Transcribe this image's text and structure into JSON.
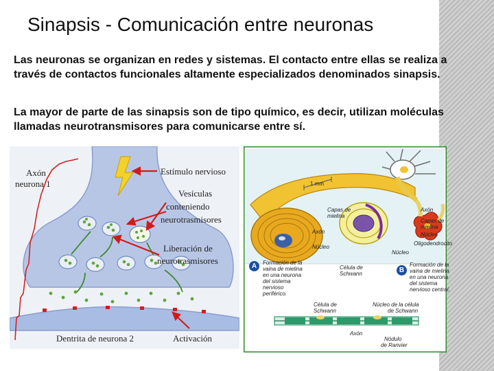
{
  "title": "Sinapsis - Comunicación entre neuronas",
  "paragraphs": [
    "Las neuronas se organizan en redes y sistemas. El contacto entre ellas se realiza a través de contactos funcionales altamente especializados denominados sinapsis.",
    "La mayor de parte de las sinapsis son de tipo químico, es decir, utilizan moléculas llamadas neurotransmisores para comunicarse entre sí."
  ],
  "figure_left": {
    "labels": {
      "axon": "Axón",
      "neuron1": "neurona 1",
      "stimulus": "Estímulo nervioso",
      "vesicles": [
        "Vesículas",
        "conteniendo",
        "neurotrasmisores"
      ],
      "release": [
        "Liberación de",
        "neurotrasmisores"
      ],
      "dendrite": "Dentrita de neurona 2",
      "activation": "Activación"
    }
  },
  "figure_right": {
    "labels": {
      "scale": "1 mm",
      "myelin_layers_left": [
        "Capas de",
        "mielina"
      ],
      "axon_left": "Axón",
      "nucleus_left": "Núcleo",
      "axon_right": "Axón",
      "myelin_layers_right": [
        "Capas de",
        "mielina"
      ],
      "nucleus_right": "Núcleo",
      "nucleus_center": "Núcleo",
      "oligodendrocyte": "Oligodendrocito",
      "schwann_cell": [
        "Célula de",
        "Schwann"
      ],
      "caption_a": [
        "Formación de la",
        "vaina de mielina",
        "en una neurona",
        "del sistema",
        "nervioso",
        "periférico."
      ],
      "caption_b": [
        "Formación de la",
        "vaina de mielina",
        "en una neurona",
        "del sistema",
        "nervioso central."
      ],
      "schwann_cell_bottom": [
        "Célula de",
        "Schwann"
      ],
      "schwann_nucleus": [
        "Núcleo de la célula",
        "de Schwann"
      ],
      "axon_bottom": "Axón",
      "ranvier": [
        "Nódulo",
        "de Ranvier"
      ],
      "badge_a": "A",
      "badge_b": "B"
    }
  }
}
